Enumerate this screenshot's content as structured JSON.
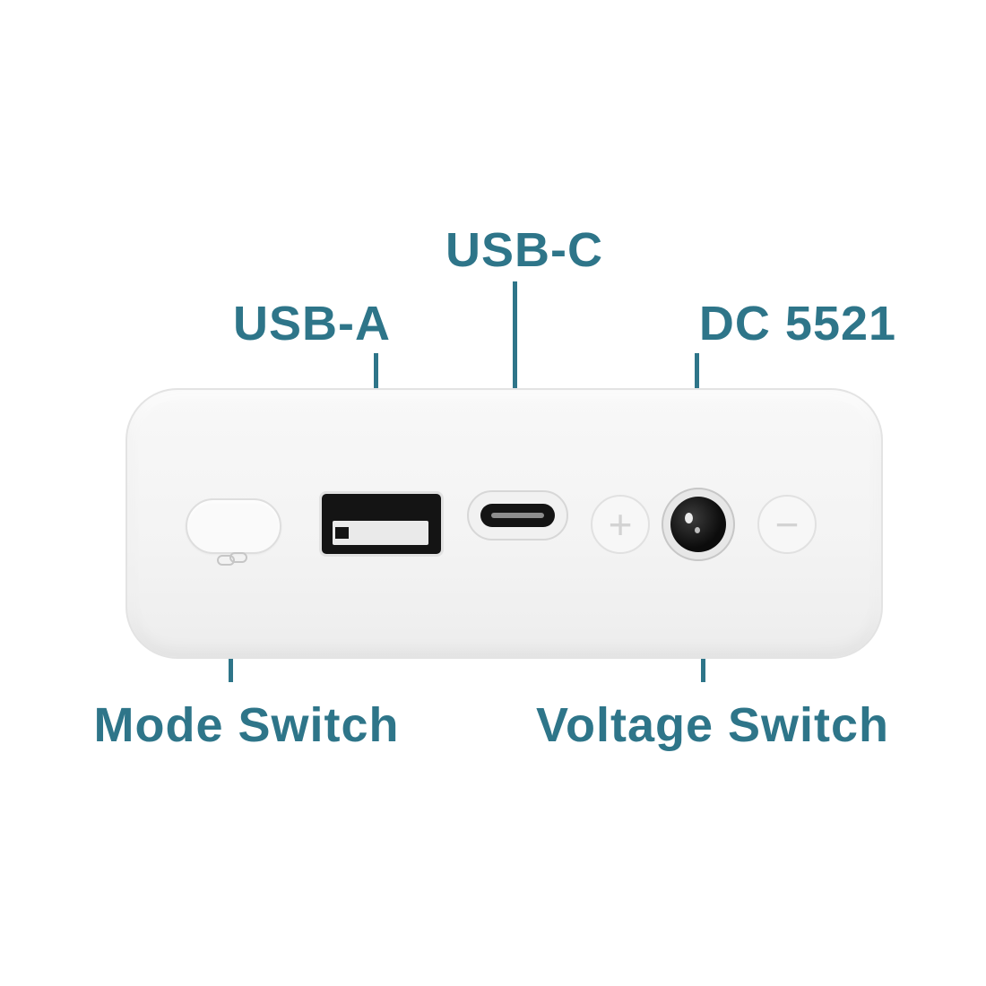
{
  "colors": {
    "label_teal": "#2e7589",
    "device_body": "#f5f5f5",
    "port_black": "#141414"
  },
  "diagram": {
    "labels": {
      "usb_c": "USB-C",
      "usb_a": "USB-A",
      "dc_5521": "DC 5521",
      "mode_switch": "Mode Switch",
      "voltage_switch": "Voltage Switch"
    },
    "buttons": {
      "plus": "+",
      "minus": "−"
    }
  }
}
